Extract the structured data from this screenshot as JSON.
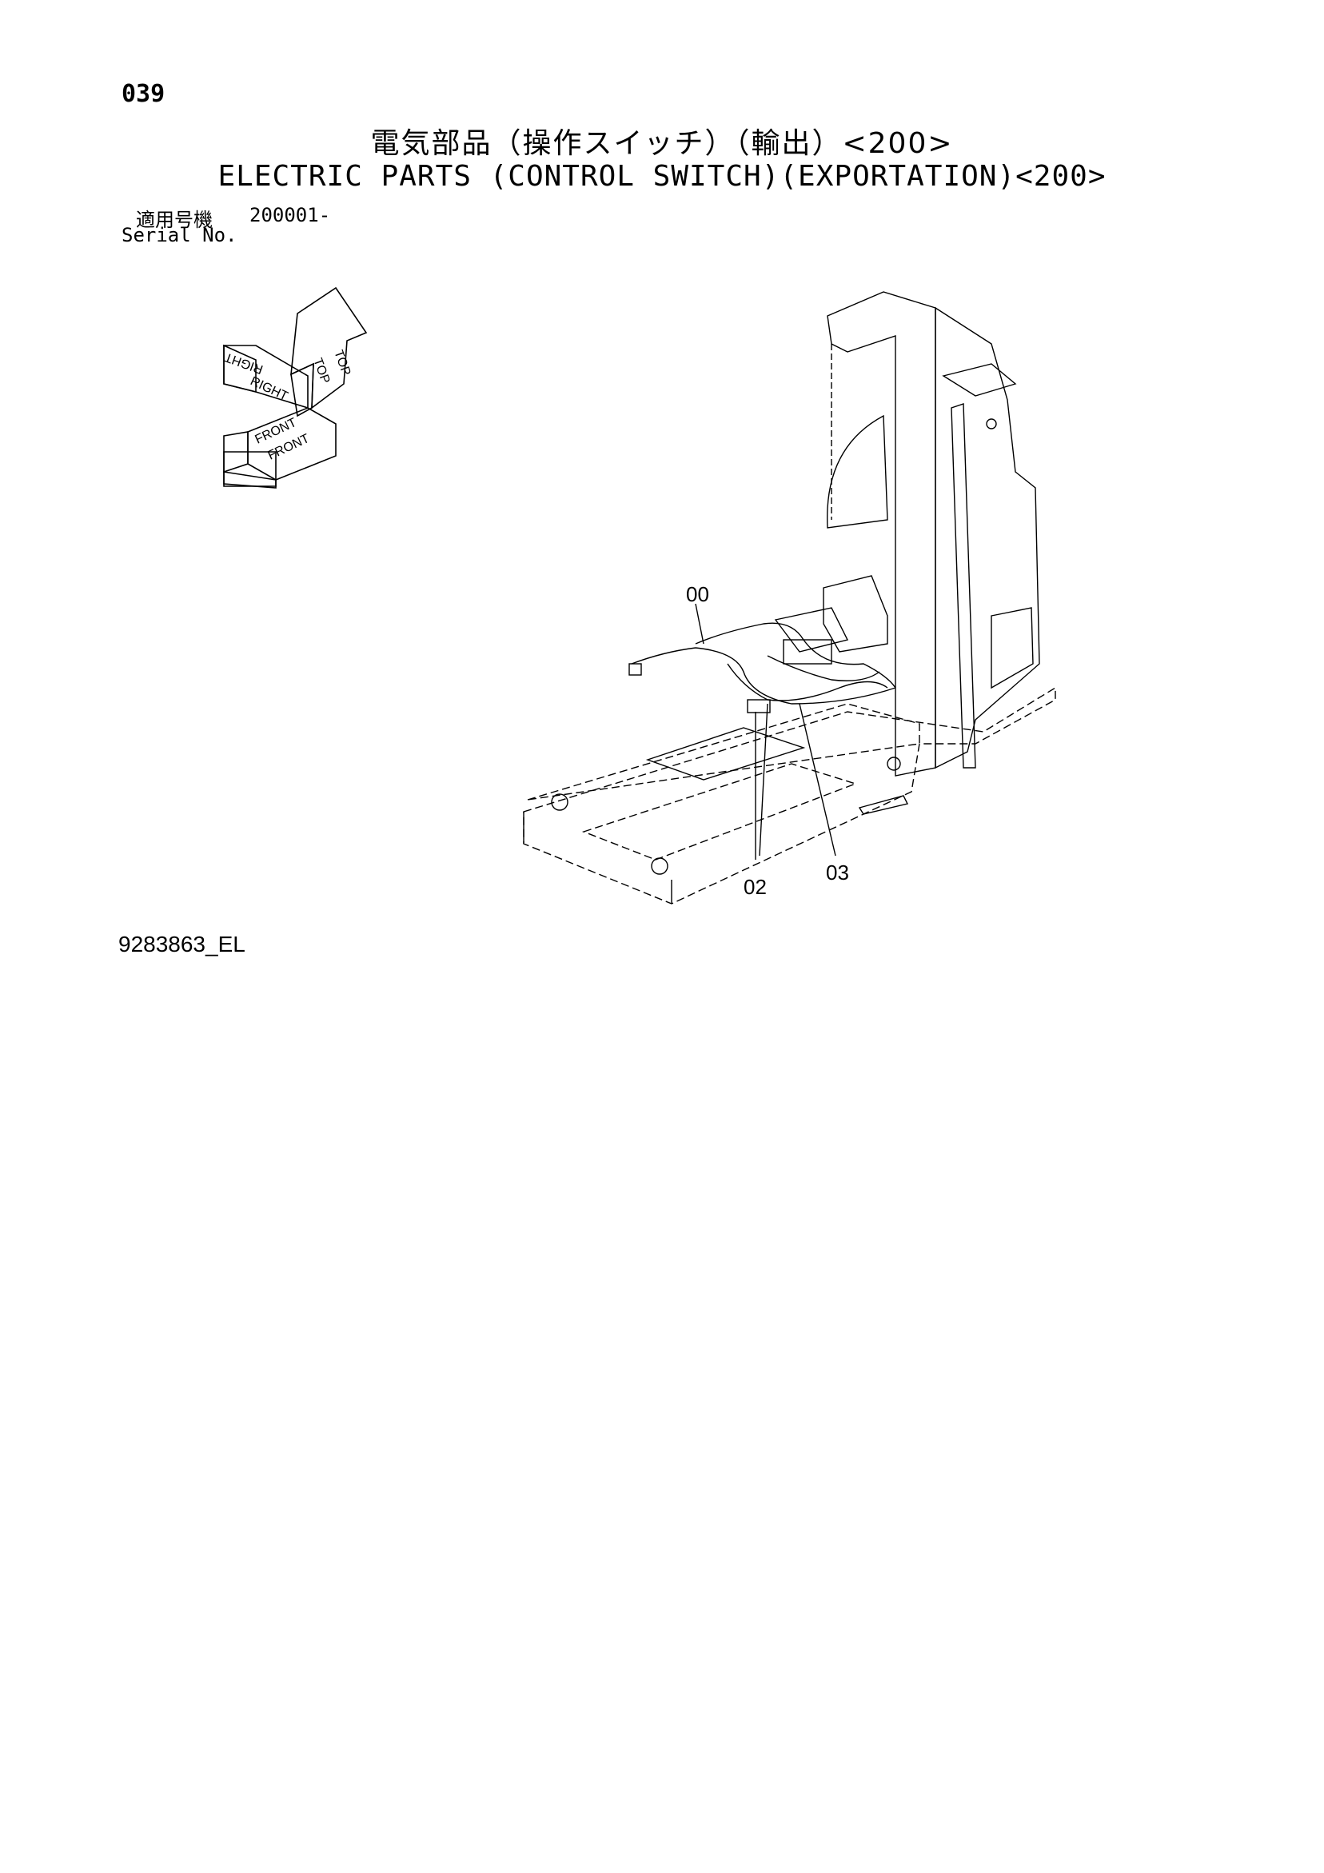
{
  "page": {
    "number": "039",
    "title_jp": "電気部品（操作スイッチ）（輸出）<200>",
    "title_en": "ELECTRIC PARTS (CONTROL SWITCH)(EXPORTATION)<200>",
    "serial_label_jp": "適用号機",
    "serial_value": "200001-",
    "serial_label_en": "Serial No.",
    "doc_code": "9283863_EL"
  },
  "orientation_icon": {
    "labels": [
      "TOP",
      "TOP",
      "RIGHT",
      "RIGHT",
      "FRONT",
      "FRONT"
    ]
  },
  "callouts": {
    "c00": "00",
    "c02": "02",
    "c03": "03"
  }
}
